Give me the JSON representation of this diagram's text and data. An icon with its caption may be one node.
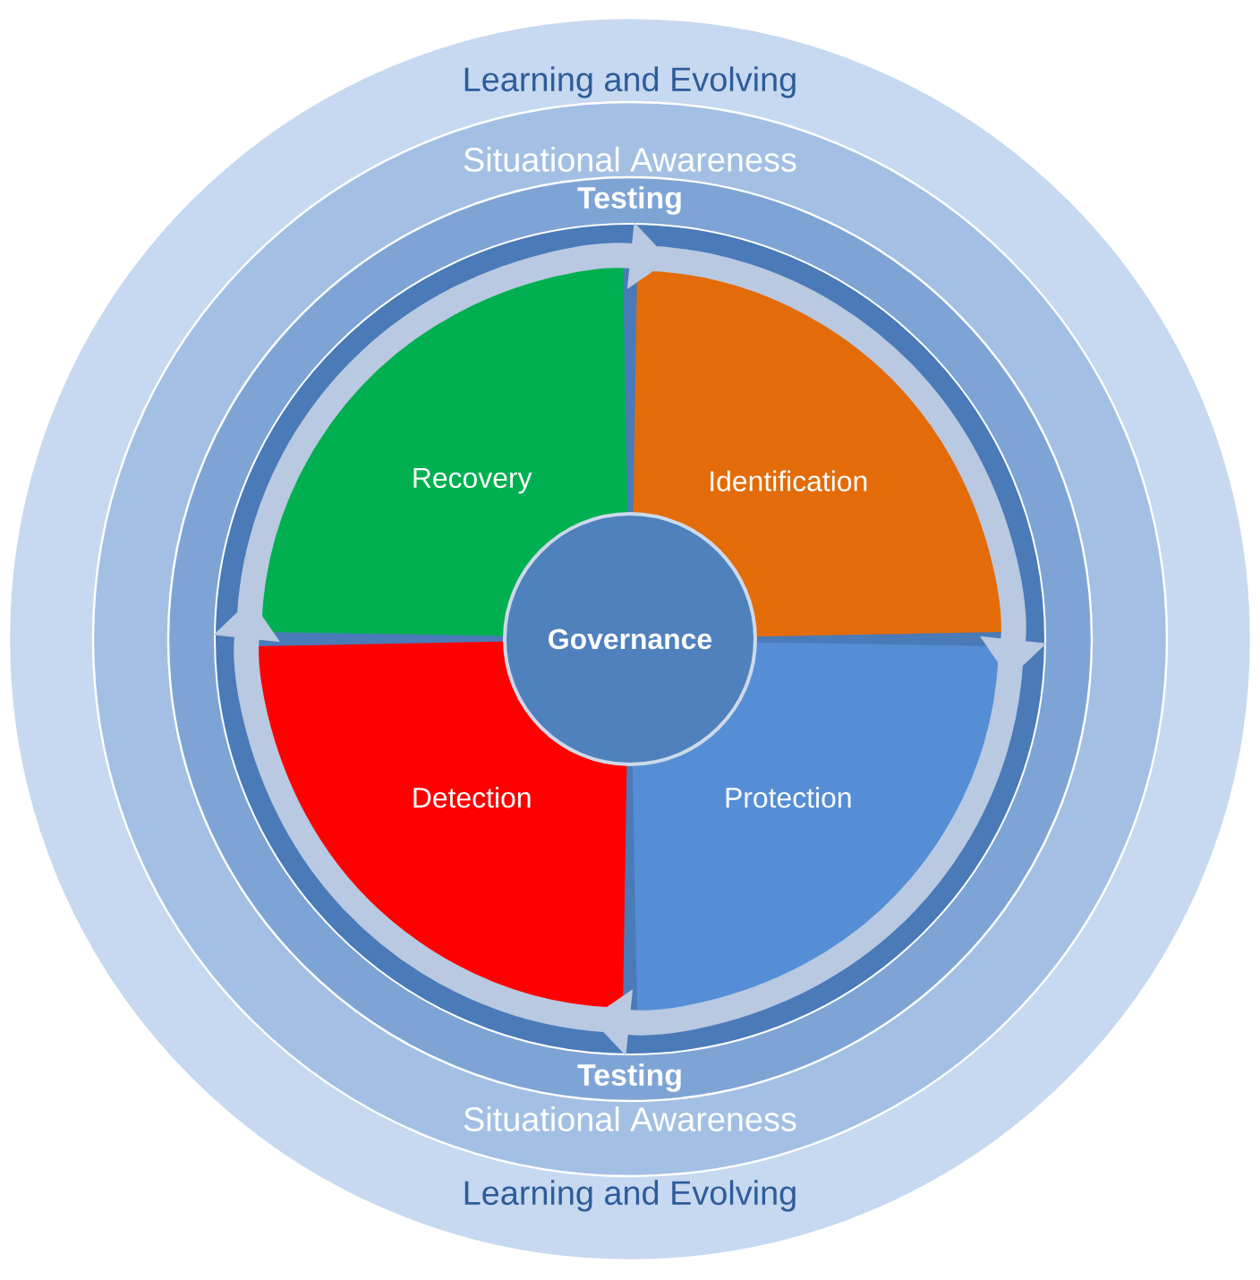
{
  "diagram": {
    "nodes": [
      {
        "text": [
          "Learning and Evolving",
          "Learning and Evolving"
        ]
      },
      {
        "text": [
          "Situational Awareness",
          "Situational Awareness"
        ],
        "in": 0
      },
      {
        "text": [
          "Testing",
          "Testing"
        ],
        "in": 1
      },
      {
        "text": [
          "Recovery"
        ],
        "in": 2
      },
      {
        "text": [
          "Identification"
        ],
        "in": 2
      },
      {
        "text": [
          "Protection"
        ],
        "in": 2
      },
      {
        "text": [
          "Detection"
        ],
        "in": 2
      },
      {
        "text": [
          "Governance"
        ],
        "in": 2
      }
    ],
    "edges": [
      {
        "from": 3,
        "to": 4,
        "arrow": "to"
      },
      {
        "from": 4,
        "to": 5,
        "arrow": "to"
      },
      {
        "from": 5,
        "to": 6,
        "arrow": "to"
      },
      {
        "from": 6,
        "to": 3,
        "arrow": "to"
      }
    ]
  }
}
